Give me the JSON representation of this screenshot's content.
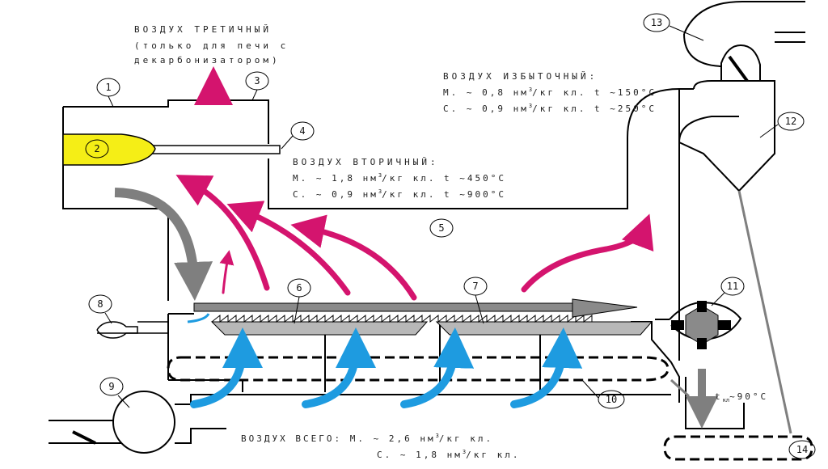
{
  "labels": {
    "tertiary_air": {
      "title": "ВОЗДУХ ТРЕТИЧНЫЙ",
      "line2": "(только для печи с",
      "line3": "декарбонизатором)"
    },
    "excess_air": {
      "title": "ВОЗДУХ ИЗБЫТОЧНЫЙ:",
      "line1_pre": "М. ~ 0,8 нм",
      "line1_sup": "3",
      "line1_post": "/кг кл. t ~150°С",
      "line2_pre": "С. ~ 0,9 нм",
      "line2_sup": "3",
      "line2_post": "/кг кл. t ~250°С"
    },
    "secondary_air": {
      "title": "ВОЗДУХ ВТОРИЧНЫЙ:",
      "line1_pre": "М. ~ 1,8 нм",
      "line1_sup": "3",
      "line1_post": "/кг кл. t ~450°С",
      "line2_pre": "С. ~ 0,9 нм",
      "line2_sup": "3",
      "line2_post": "/кг кл. t ~900°С"
    },
    "total_air": {
      "line1_pre": "ВОЗДУХ ВСЕГО: М. ~ 2,6 нм",
      "line1_sup": "3",
      "line1_post": "/кг кл.",
      "line2_pre": "С. ~ 1,8 нм",
      "line2_sup": "3",
      "line2_post": "/кг кл."
    },
    "outlet_temp": {
      "pre": "t",
      "sub": "кл",
      "post": "~90°С"
    }
  },
  "callouts": [
    "1",
    "2",
    "3",
    "4",
    "5",
    "6",
    "7",
    "8",
    "9",
    "10",
    "11",
    "12",
    "13",
    "14"
  ],
  "colors": {
    "magenta_arrow": "#d4146e",
    "blue_arrow": "#1e9be0",
    "gray_arrow": "#7f7f7f",
    "flame": "#f5ee16",
    "grate": "#b8b8b8",
    "line": "#000000"
  }
}
